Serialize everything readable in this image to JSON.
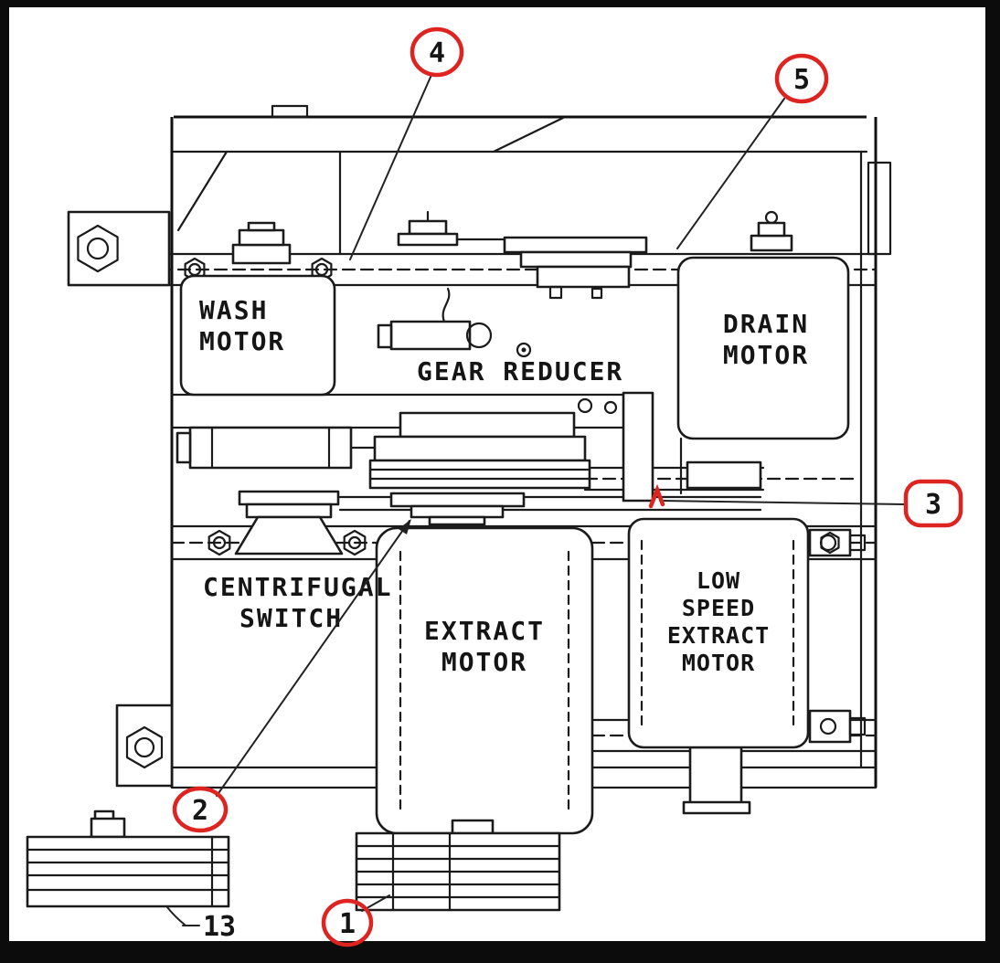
{
  "diagram": {
    "components": {
      "wash_motor": {
        "line1": "WASH",
        "line2": "MOTOR"
      },
      "drain_motor": {
        "line1": "DRAIN",
        "line2": "MOTOR"
      },
      "gear_reducer": {
        "label": "GEAR REDUCER"
      },
      "centrifugal_switch": {
        "line1": "CENTRIFUGAL",
        "line2": "SWITCH"
      },
      "extract_motor": {
        "line1": "EXTRACT",
        "line2": "MOTOR"
      },
      "low_speed_extract_motor": {
        "line1": "LOW",
        "line2": "SPEED",
        "line3": "EXTRACT",
        "line4": "MOTOR"
      }
    },
    "callouts": {
      "c1": "1",
      "c2": "2",
      "c3": "3",
      "c4": "4",
      "c5": "5",
      "c13": "13"
    },
    "colors": {
      "ink": "#1b1b1b",
      "callout_red": "#de2420",
      "paper": "#ffffff",
      "scan_border": "#0c0c0c"
    }
  }
}
